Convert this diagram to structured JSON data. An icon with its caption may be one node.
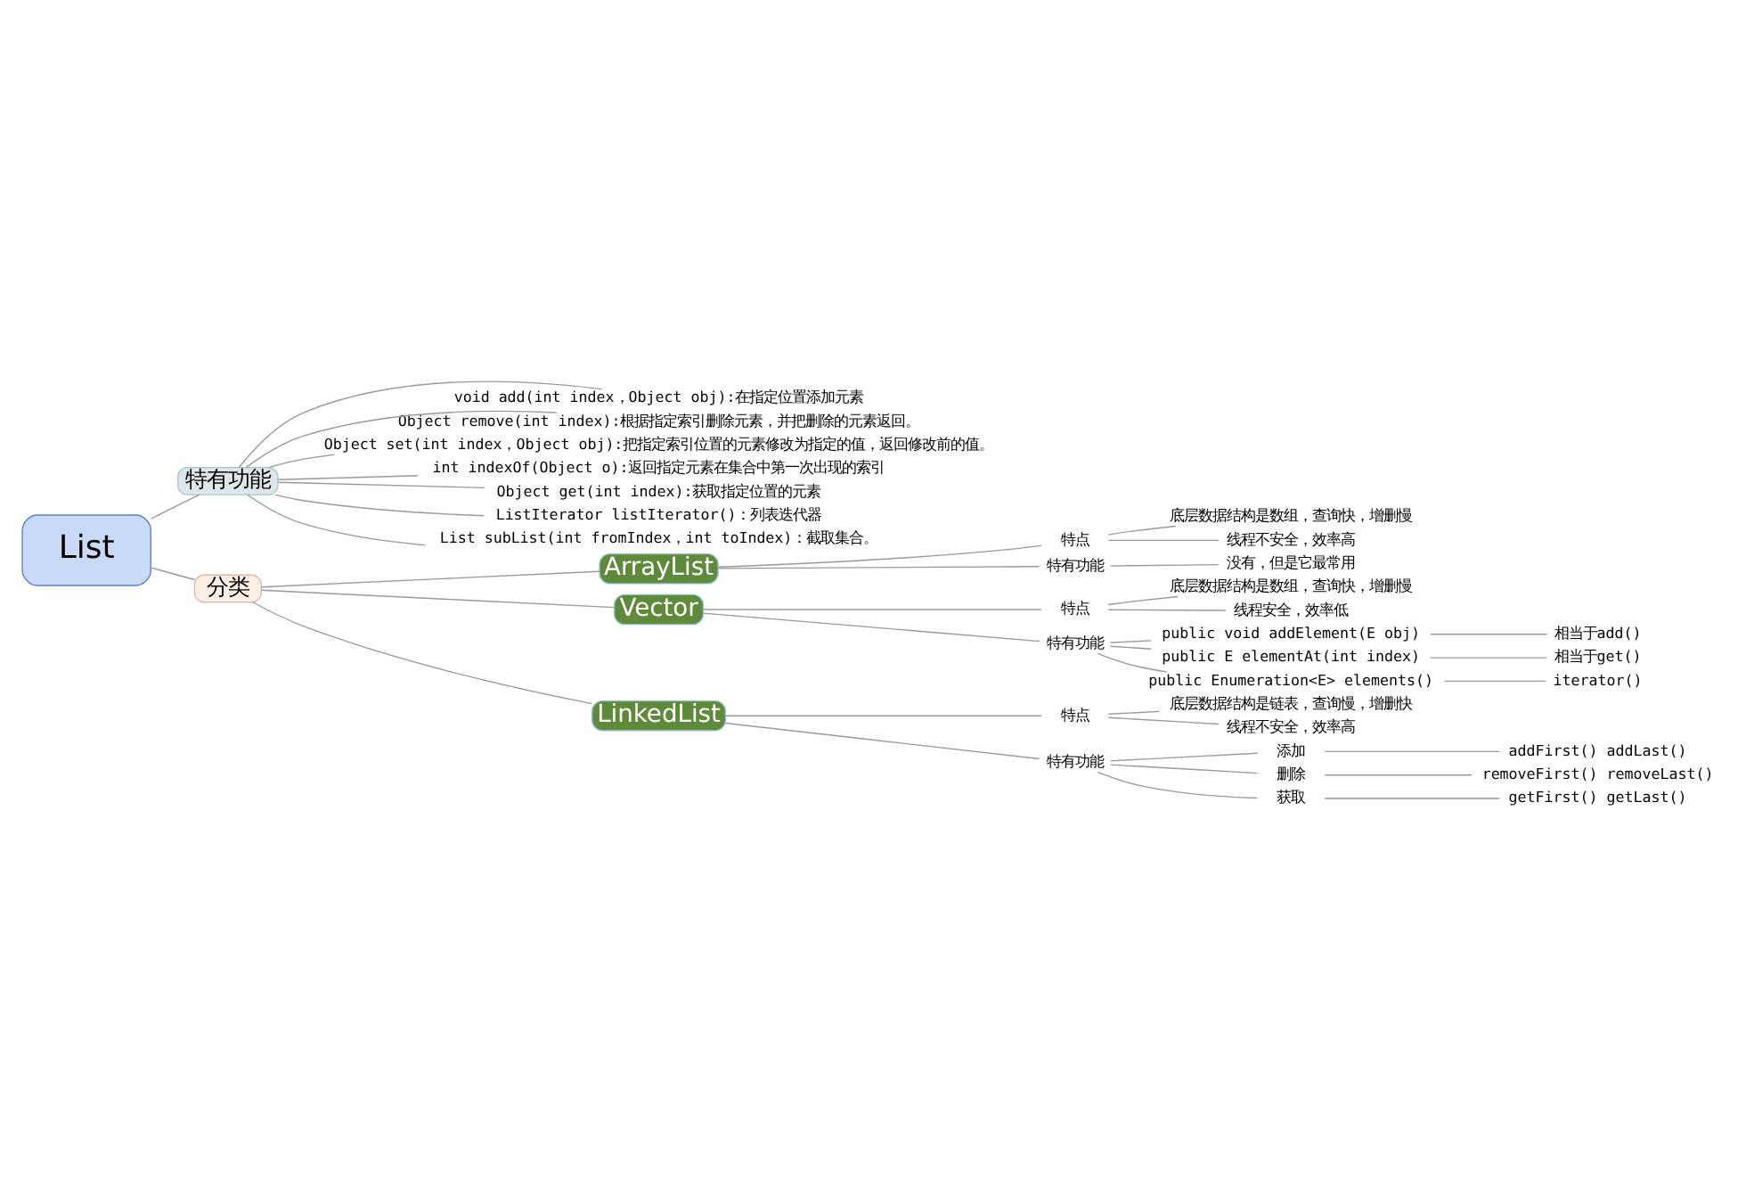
{
  "diagram": {
    "nodes": [
      {
        "text": [
          "List"
        ]
      },
      {
        "text": [
          "特有功能"
        ]
      },
      {
        "text": [
          "void add(int index，Object obj):在指定位置添加元素"
        ]
      },
      {
        "text": [
          "Object remove(int index):根据指定索引删除元素，并把删除的元素返回。"
        ]
      },
      {
        "text": [
          "Object set(int index，Object obj):把指定索引位置的元素修改为指定的值，返回修改前的值。"
        ]
      },
      {
        "text": [
          "int indexOf(Object o):返回指定元素在集合中第一次出现的索引"
        ]
      },
      {
        "text": [
          "Object get(int index):获取指定位置的元素"
        ]
      },
      {
        "text": [
          "ListIterator listIterator()：列表迭代器"
        ]
      },
      {
        "text": [
          "List subList(int fromIndex，int toIndex)：截取集合。"
        ]
      },
      {
        "text": [
          "分类"
        ]
      },
      {
        "text": [
          "ArrayList"
        ]
      },
      {
        "text": [
          "特点"
        ]
      },
      {
        "text": [
          "底层数据结构是数组，查询快，增删慢"
        ]
      },
      {
        "text": [
          "线程不安全，效率高"
        ]
      },
      {
        "text": [
          "特有功能"
        ]
      },
      {
        "text": [
          "没有，但是它最常用"
        ]
      },
      {
        "text": [
          "Vector"
        ]
      },
      {
        "text": [
          "特点"
        ]
      },
      {
        "text": [
          "底层数据结构是数组，查询快，增删慢"
        ]
      },
      {
        "text": [
          "线程安全，效率低"
        ]
      },
      {
        "text": [
          "特有功能"
        ]
      },
      {
        "text": [
          "public void addElement(E obj)"
        ]
      },
      {
        "text": [
          "相当于add()"
        ]
      },
      {
        "text": [
          "public E elementAt(int index)"
        ]
      },
      {
        "text": [
          "相当于get()"
        ]
      },
      {
        "text": [
          "public Enumeration<E> elements()"
        ]
      },
      {
        "text": [
          "iterator()"
        ]
      },
      {
        "text": [
          "LinkedList"
        ]
      },
      {
        "text": [
          "特点"
        ]
      },
      {
        "text": [
          "底层数据结构是链表，查询慢，增删快"
        ]
      },
      {
        "text": [
          "线程不安全，效率高"
        ]
      },
      {
        "text": [
          "特有功能"
        ]
      },
      {
        "text": [
          "添加"
        ]
      },
      {
        "text": [
          "addFirst() addLast()"
        ]
      },
      {
        "text": [
          "删除"
        ]
      },
      {
        "text": [
          "removeFirst() removeLast()"
        ]
      },
      {
        "text": [
          "获取"
        ]
      },
      {
        "text": [
          "getFirst() getLast()"
        ]
      }
    ],
    "edges": [
      {
        "from": 0,
        "to": 1,
        "arrow": "none"
      },
      {
        "from": 1,
        "to": 2,
        "arrow": "none"
      },
      {
        "from": 1,
        "to": 3,
        "arrow": "none"
      },
      {
        "from": 1,
        "to": 4,
        "arrow": "none"
      },
      {
        "from": 1,
        "to": 5,
        "arrow": "none"
      },
      {
        "from": 1,
        "to": 6,
        "arrow": "none"
      },
      {
        "from": 1,
        "to": 7,
        "arrow": "none"
      },
      {
        "from": 1,
        "to": 8,
        "arrow": "none"
      },
      {
        "from": 0,
        "to": 9,
        "arrow": "none"
      },
      {
        "from": 9,
        "to": 10,
        "arrow": "none"
      },
      {
        "from": 10,
        "to": 11,
        "arrow": "none"
      },
      {
        "from": 11,
        "to": 12,
        "arrow": "none"
      },
      {
        "from": 11,
        "to": 13,
        "arrow": "none"
      },
      {
        "from": 10,
        "to": 14,
        "arrow": "none"
      },
      {
        "from": 14,
        "to": 15,
        "arrow": "none"
      },
      {
        "from": 9,
        "to": 16,
        "arrow": "none"
      },
      {
        "from": 16,
        "to": 17,
        "arrow": "none"
      },
      {
        "from": 17,
        "to": 18,
        "arrow": "none"
      },
      {
        "from": 17,
        "to": 19,
        "arrow": "none"
      },
      {
        "from": 16,
        "to": 20,
        "arrow": "none"
      },
      {
        "from": 20,
        "to": 21,
        "arrow": "none"
      },
      {
        "from": 21,
        "to": 22,
        "arrow": "none"
      },
      {
        "from": 20,
        "to": 23,
        "arrow": "none"
      },
      {
        "from": 23,
        "to": 24,
        "arrow": "none"
      },
      {
        "from": 20,
        "to": 25,
        "arrow": "none"
      },
      {
        "from": 25,
        "to": 26,
        "arrow": "none"
      },
      {
        "from": 9,
        "to": 27,
        "arrow": "none"
      },
      {
        "from": 27,
        "to": 28,
        "arrow": "none"
      },
      {
        "from": 28,
        "to": 29,
        "arrow": "none"
      },
      {
        "from": 28,
        "to": 30,
        "arrow": "none"
      },
      {
        "from": 27,
        "to": 31,
        "arrow": "none"
      },
      {
        "from": 31,
        "to": 32,
        "arrow": "none"
      },
      {
        "from": 32,
        "to": 33,
        "arrow": "none"
      },
      {
        "from": 31,
        "to": 34,
        "arrow": "none"
      },
      {
        "from": 34,
        "to": 35,
        "arrow": "none"
      },
      {
        "from": 31,
        "to": 36,
        "arrow": "none"
      },
      {
        "from": 36,
        "to": 37,
        "arrow": "none"
      }
    ]
  }
}
